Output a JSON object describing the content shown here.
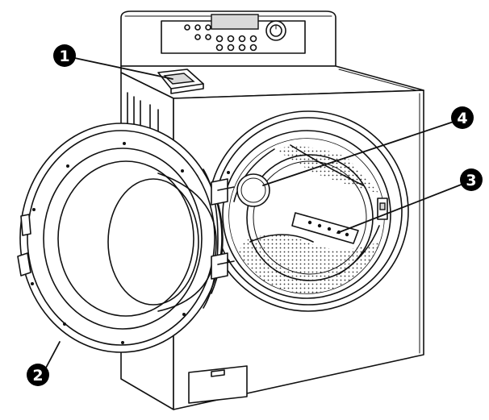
{
  "callouts": [
    {
      "number": "1"
    },
    {
      "number": "2"
    },
    {
      "number": "3"
    },
    {
      "number": "4"
    }
  ],
  "colors": {
    "line": "#111111",
    "badge": "#000000",
    "badge_text": "#ffffff",
    "background": "#ffffff"
  }
}
